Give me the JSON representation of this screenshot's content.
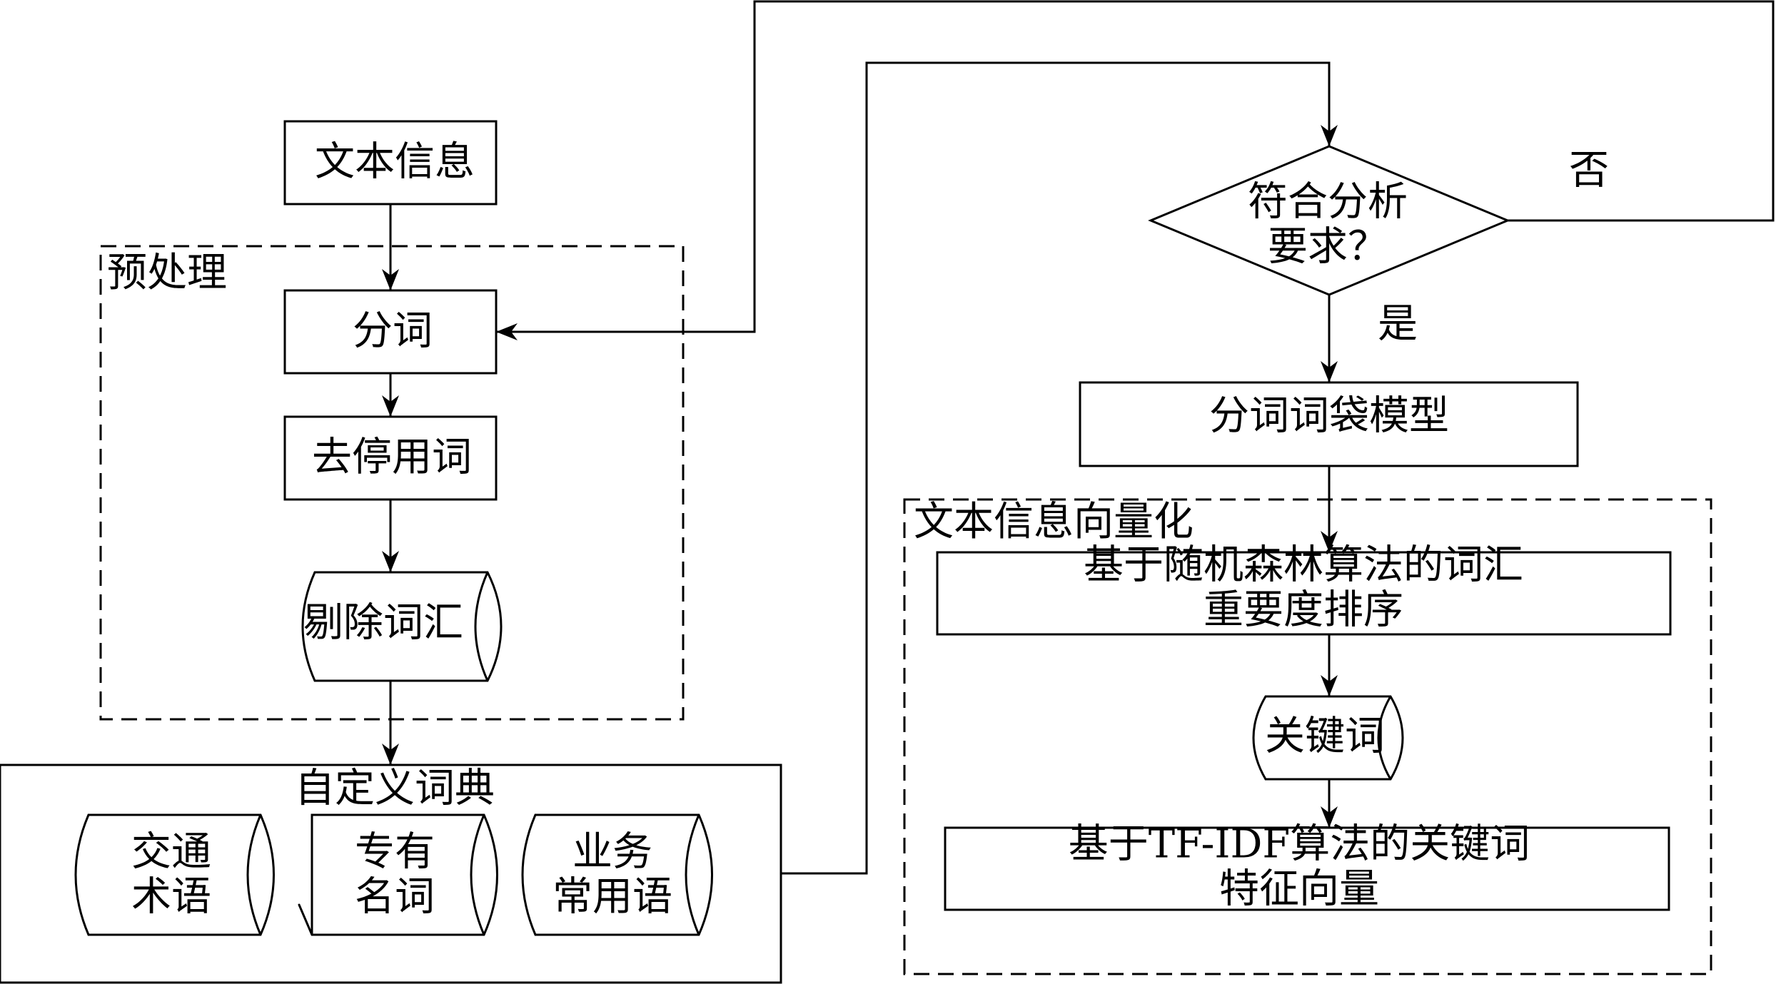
{
  "diagram": {
    "nodes": {
      "text_info": "文本信息",
      "preprocess_group": "预处理",
      "segment": "分词",
      "remove_stopwords": "去停用词",
      "remove_vocab": "剔除词汇",
      "custom_dict_group": "自定义词典",
      "dict_traffic": "交通\n术语",
      "dict_proper": "专有\n名词",
      "dict_business": "业务\n常用语",
      "decision": "符合分析\n要求？",
      "bow_model": "分词词袋模型",
      "vectorize_group": "文本信息向量化",
      "rf_ranking": "基于随机森林算法的词汇重要度排序",
      "keywords": "关键词",
      "tfidf_vector": "基于TF-IDF算法的关键词特征向量"
    },
    "edge_labels": {
      "no": "否",
      "yes": "是"
    }
  }
}
